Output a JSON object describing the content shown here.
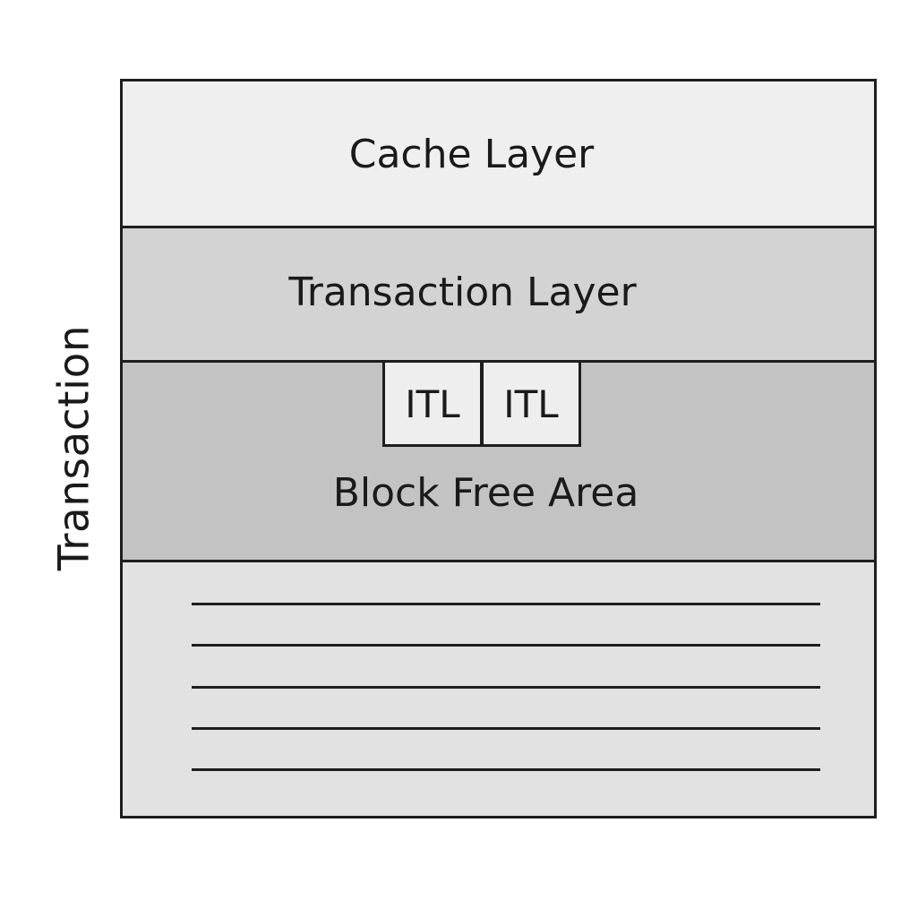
{
  "side_label": "Transaction",
  "layers": {
    "cache": "Cache Layer",
    "transaction": "Transaction Layer",
    "block": "Block Free Area"
  },
  "itl_slots": [
    "ITL",
    "ITL"
  ],
  "row_lines": 5,
  "colors": {
    "cache_fill": "#efefef",
    "transaction_fill": "#d3d3d3",
    "block_fill": "#c3c3c3",
    "rows_fill": "#e2e2e2",
    "itl_fill": "#eeeeee",
    "stroke": "#1e1e1e"
  }
}
